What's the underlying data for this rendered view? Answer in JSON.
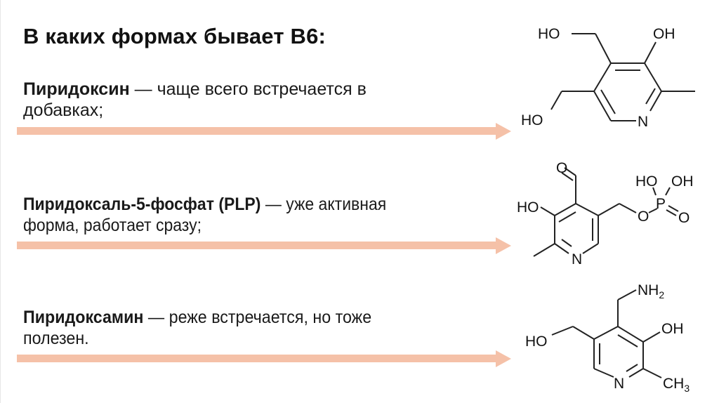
{
  "slide": {
    "title": "В каких формах бывает B6:",
    "items": [
      {
        "name": "Пиридоксин",
        "separator": " — ",
        "description_line1": "чаще всего встречается в",
        "description_line2": "добавках;"
      },
      {
        "name": "Пиридоксаль-5-фосфат (PLP)",
        "separator": " — ",
        "description_line1": "уже активная",
        "description_line2": "форма, работает сразу;"
      },
      {
        "name": "Пиридоксамин",
        "separator": " — ",
        "description_line1": "реже встречается, но тоже",
        "description_line2": "полезен."
      }
    ],
    "arrow_color": "#f5c1a8"
  },
  "molecules": {
    "pyridoxine": {
      "labels": {
        "ho_top": "HO",
        "oh_top": "OH",
        "ho_bottom": "HO",
        "n": "N"
      }
    },
    "plp": {
      "labels": {
        "o_aldehyde": "O",
        "ho": "HO",
        "n": "N",
        "o_ester": "O",
        "p": "P",
        "ho_p": "HO",
        "oh_p": "OH",
        "o_p": "O"
      }
    },
    "pyridoxamine": {
      "labels": {
        "nh2": "NH",
        "nh2_sub": "2",
        "oh": "OH",
        "ho": "HO",
        "n": "N",
        "ch3": "CH",
        "ch3_sub": "3"
      }
    }
  }
}
